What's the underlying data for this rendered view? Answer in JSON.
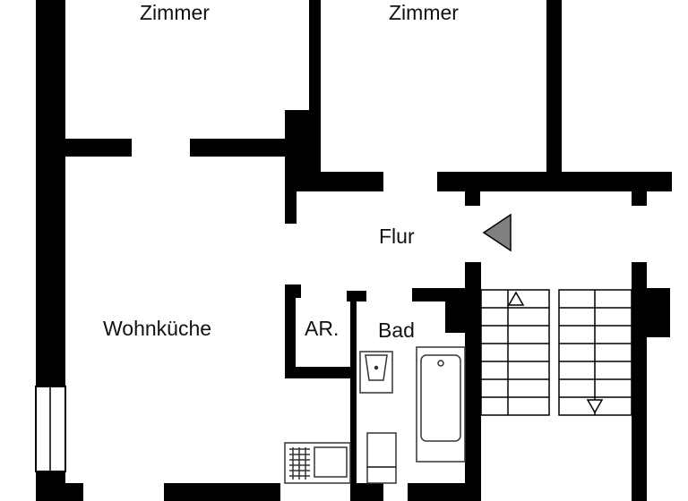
{
  "rooms": {
    "zimmer_left": "Zimmer",
    "zimmer_right": "Zimmer",
    "flur": "Flur",
    "wohnkueche": "Wohnküche",
    "abstellraum": "AR.",
    "bad": "Bad"
  },
  "colors": {
    "wall": "#000000",
    "background": "#ffffff",
    "fixture_line": "#333333",
    "entrance_arrow": "#808080"
  },
  "symbols": {
    "entrance": "entrance-arrow-icon",
    "stairs_up": "stair-arrow-up-icon",
    "stairs_down": "stair-arrow-down-icon"
  }
}
